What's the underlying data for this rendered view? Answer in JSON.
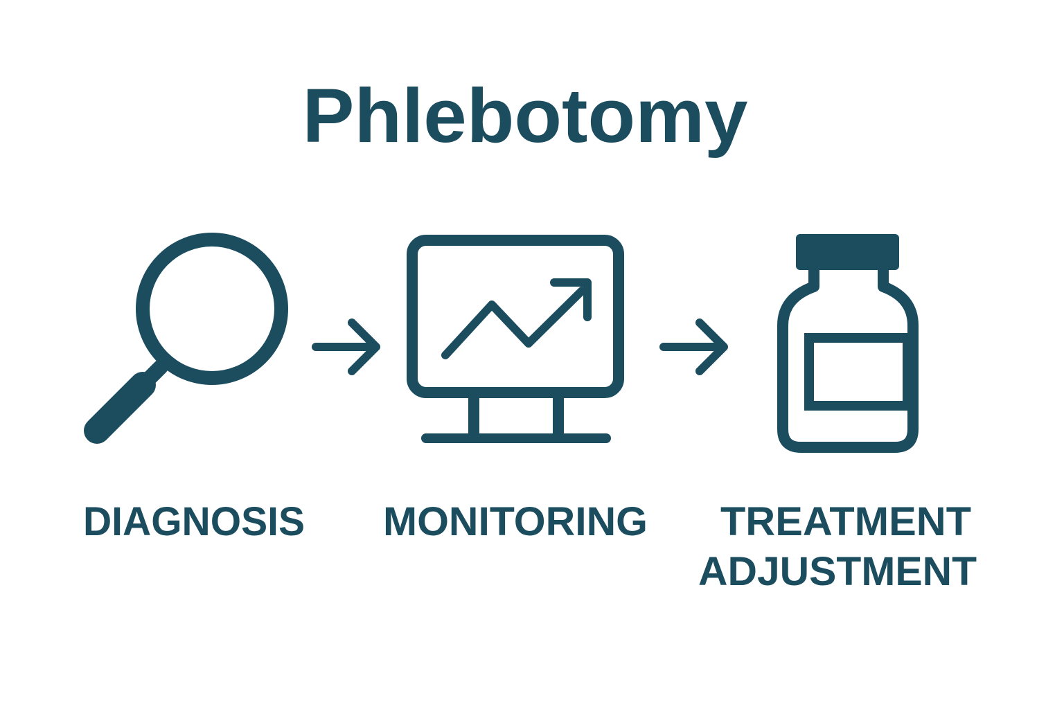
{
  "title": "Phlebotomy",
  "color": "#1b4d5f",
  "steps": [
    {
      "label": "DIAGNOSIS",
      "icon": "magnifying-glass-icon"
    },
    {
      "label": "MONITORING",
      "icon": "monitor-trend-chart-icon"
    },
    {
      "label_line1": "TREATMENT",
      "label_line2": "ADJUSTMENT",
      "icon": "medicine-bottle-icon"
    }
  ]
}
